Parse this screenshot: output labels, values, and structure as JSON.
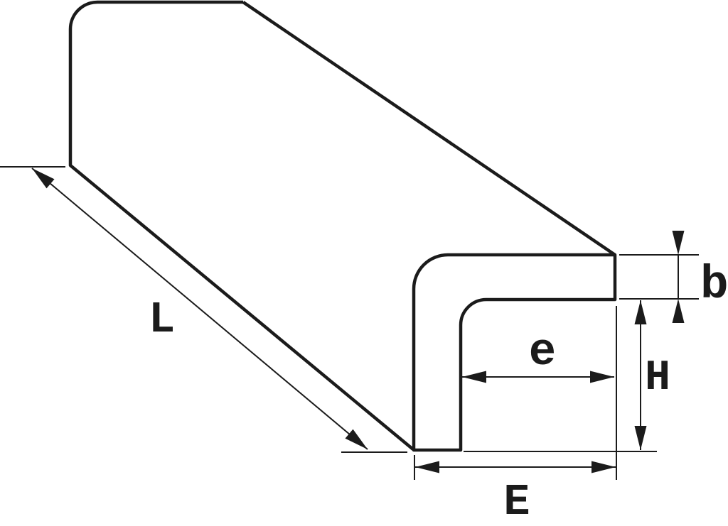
{
  "page": {
    "background": "#ffffff"
  },
  "drawing": {
    "kind": "technical-line-drawing",
    "stroke_color": "#1b1b1b",
    "labels": {
      "length": "L",
      "thickness": "b",
      "inner_width": "e",
      "height": "H",
      "outer_width": "E"
    }
  }
}
